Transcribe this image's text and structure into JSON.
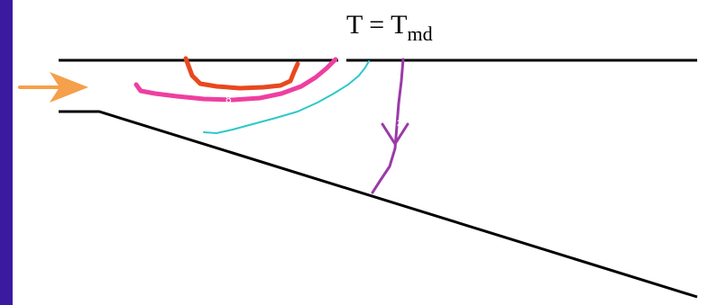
{
  "diagram": {
    "title_main": "T = T",
    "title_subscript": "md",
    "curve_labels": {
      "magenta": "8",
      "purple": "2"
    },
    "colors": {
      "background_border": "#3a1a9e",
      "panel": "#ffffff",
      "lines": "#000000",
      "arrow": "#f5a04a",
      "red_isotherm": "#e8481e",
      "magenta_isotherm": "#ee3fa0",
      "cyan_isotherm": "#2ec8c8",
      "purple_path": "#9b3aa8"
    }
  }
}
